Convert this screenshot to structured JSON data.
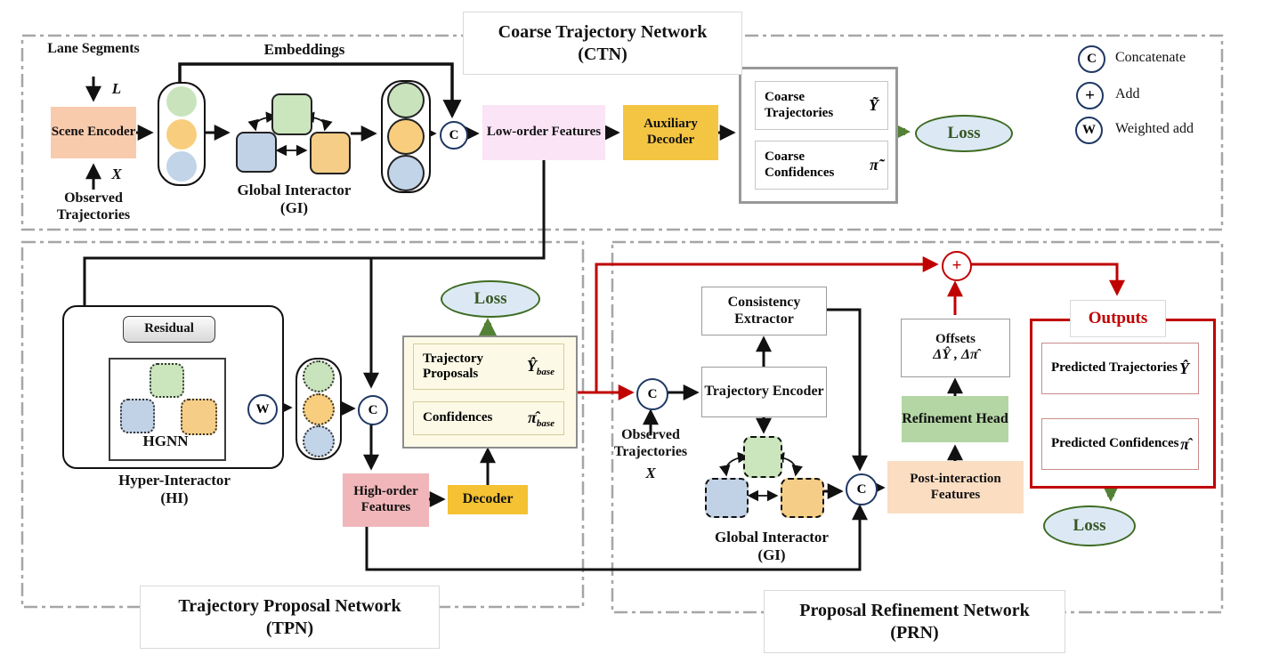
{
  "colors": {
    "accent_red": "#C00000",
    "loss_arrow_green": "#538135",
    "loss_fill": "#DCE9F5",
    "loss_border": "#3E6B21",
    "gold_decoder": "#F4C542",
    "scene_encoder_peach": "#F8CBAD",
    "low_order_pink": "#FAE4F6",
    "high_order_rose": "#F0B6BA",
    "post_interaction_peach": "#FBDDC2",
    "refinement_green": "#B4D6A4",
    "proposals_cream": "#FCFAE6",
    "node_green": "#C9E4BC",
    "node_orange": "#F8CE7E",
    "node_blue": "#C2D4E8",
    "operator_ring_navy": "#1F3864"
  },
  "operators": {
    "concatenate": "C",
    "add": "+",
    "weighted_add": "W"
  },
  "legend": {
    "items": [
      {
        "symbol": "C",
        "label": "Concatenate"
      },
      {
        "symbol": "+",
        "label": "Add"
      },
      {
        "symbol": "W",
        "label": "Weighted add"
      }
    ]
  },
  "ctn": {
    "title": "Coarse Trajectory Network",
    "abbr": "(CTN)",
    "lane_segments": "Lane Segments",
    "lane_var": "L",
    "scene_encoder": "Scene Encoder",
    "observed_var": "X",
    "observed": "Observed Trajectories",
    "embeddings": "Embeddings",
    "gi": "Global Interactor",
    "gi_abbr": "(GI)",
    "low_order": "Low-order Features",
    "aux_decoder": "Auxiliary Decoder",
    "coarse_trajectories": "Coarse Trajectories",
    "coarse_trajectories_sym": "Ỹ",
    "coarse_confidences": "Coarse Confidences",
    "coarse_confidences_sym": "π̃",
    "loss": "Loss"
  },
  "tpn": {
    "title": "Trajectory Proposal Network",
    "abbr": "(TPN)",
    "residual": "Residual",
    "hgnn": "HGNN",
    "hi": "Hyper-Interactor",
    "hi_abbr": "(HI)",
    "trajectory_proposals": "Trajectory Proposals",
    "trajectory_proposals_sym": "Ŷ",
    "trajectory_proposals_sub": "base",
    "confidences": "Confidences",
    "confidences_sym": "π̂",
    "confidences_sub": "base",
    "high_order": "High-order Features",
    "decoder": "Decoder",
    "loss": "Loss"
  },
  "prn": {
    "title": "Proposal Refinement Network",
    "abbr": "(PRN)",
    "observed": "Observed Trajectories",
    "observed_var": "X",
    "consistency_extractor": "Consistency Extractor",
    "trajectory_encoder": "Trajectory Encoder",
    "gi": "Global Interactor",
    "gi_abbr": "(GI)",
    "post_interaction": "Post-interaction Features",
    "refinement_head": "Refinement Head",
    "offsets": "Offsets",
    "offsets_sym": "ΔŶ , Δπ̂",
    "outputs": "Outputs",
    "predicted_trajectories": "Predicted Trajectories",
    "predicted_trajectories_sym": "Ŷ",
    "predicted_confidences": "Predicted Confidences",
    "predicted_confidences_sym": "π̂",
    "loss": "Loss"
  }
}
